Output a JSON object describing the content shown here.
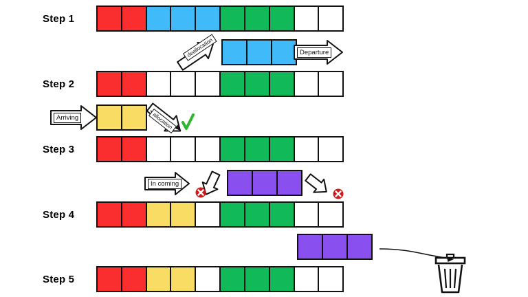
{
  "diagram": {
    "title": "memory-allocation-steps",
    "colors": {
      "red": "#FA2E2E",
      "blue": "#40BAF8",
      "green": "#11B958",
      "yellow": "#F8DC64",
      "purple": "#8A4FEF",
      "empty": "#FFFFFF",
      "outline": "#111111",
      "check": "#2FB62F",
      "cross": "#D01C1C"
    },
    "steps": [
      {
        "label": "Step 1",
        "cells": [
          "red",
          "red",
          "blue",
          "blue",
          "blue",
          "green",
          "green",
          "green",
          "empty",
          "empty"
        ]
      },
      {
        "label": "Step 2",
        "cells": [
          "red",
          "red",
          "empty",
          "empty",
          "empty",
          "green",
          "green",
          "green",
          "empty",
          "empty"
        ]
      },
      {
        "label": "Step 3",
        "cells": [
          "red",
          "red",
          "empty",
          "empty",
          "empty",
          "green",
          "green",
          "green",
          "empty",
          "empty"
        ]
      },
      {
        "label": "Step 4",
        "cells": [
          "red",
          "red",
          "yellow",
          "yellow",
          "empty",
          "green",
          "green",
          "green",
          "empty",
          "empty"
        ]
      },
      {
        "label": "Step 5",
        "cells": [
          "red",
          "red",
          "yellow",
          "yellow",
          "empty",
          "green",
          "green",
          "green",
          "empty",
          "empty"
        ]
      }
    ],
    "transitions": [
      {
        "name": "deallocation-departure",
        "blocks": [
          "blue",
          "blue",
          "blue"
        ],
        "arrow_label": "deallocation",
        "exit_label": "Departure"
      },
      {
        "name": "arriving-allocation",
        "blocks": [
          "yellow",
          "yellow"
        ],
        "entry_label": "Arriving",
        "arrow_label": "allocation",
        "result": "accepted"
      },
      {
        "name": "incoming-rejected",
        "blocks": [
          "purple",
          "purple",
          "purple"
        ],
        "entry_label": "In coming",
        "result": "rejected"
      },
      {
        "name": "discard-to-trash",
        "blocks": [
          "purple",
          "purple",
          "purple"
        ],
        "target": "trash-can"
      }
    ]
  }
}
